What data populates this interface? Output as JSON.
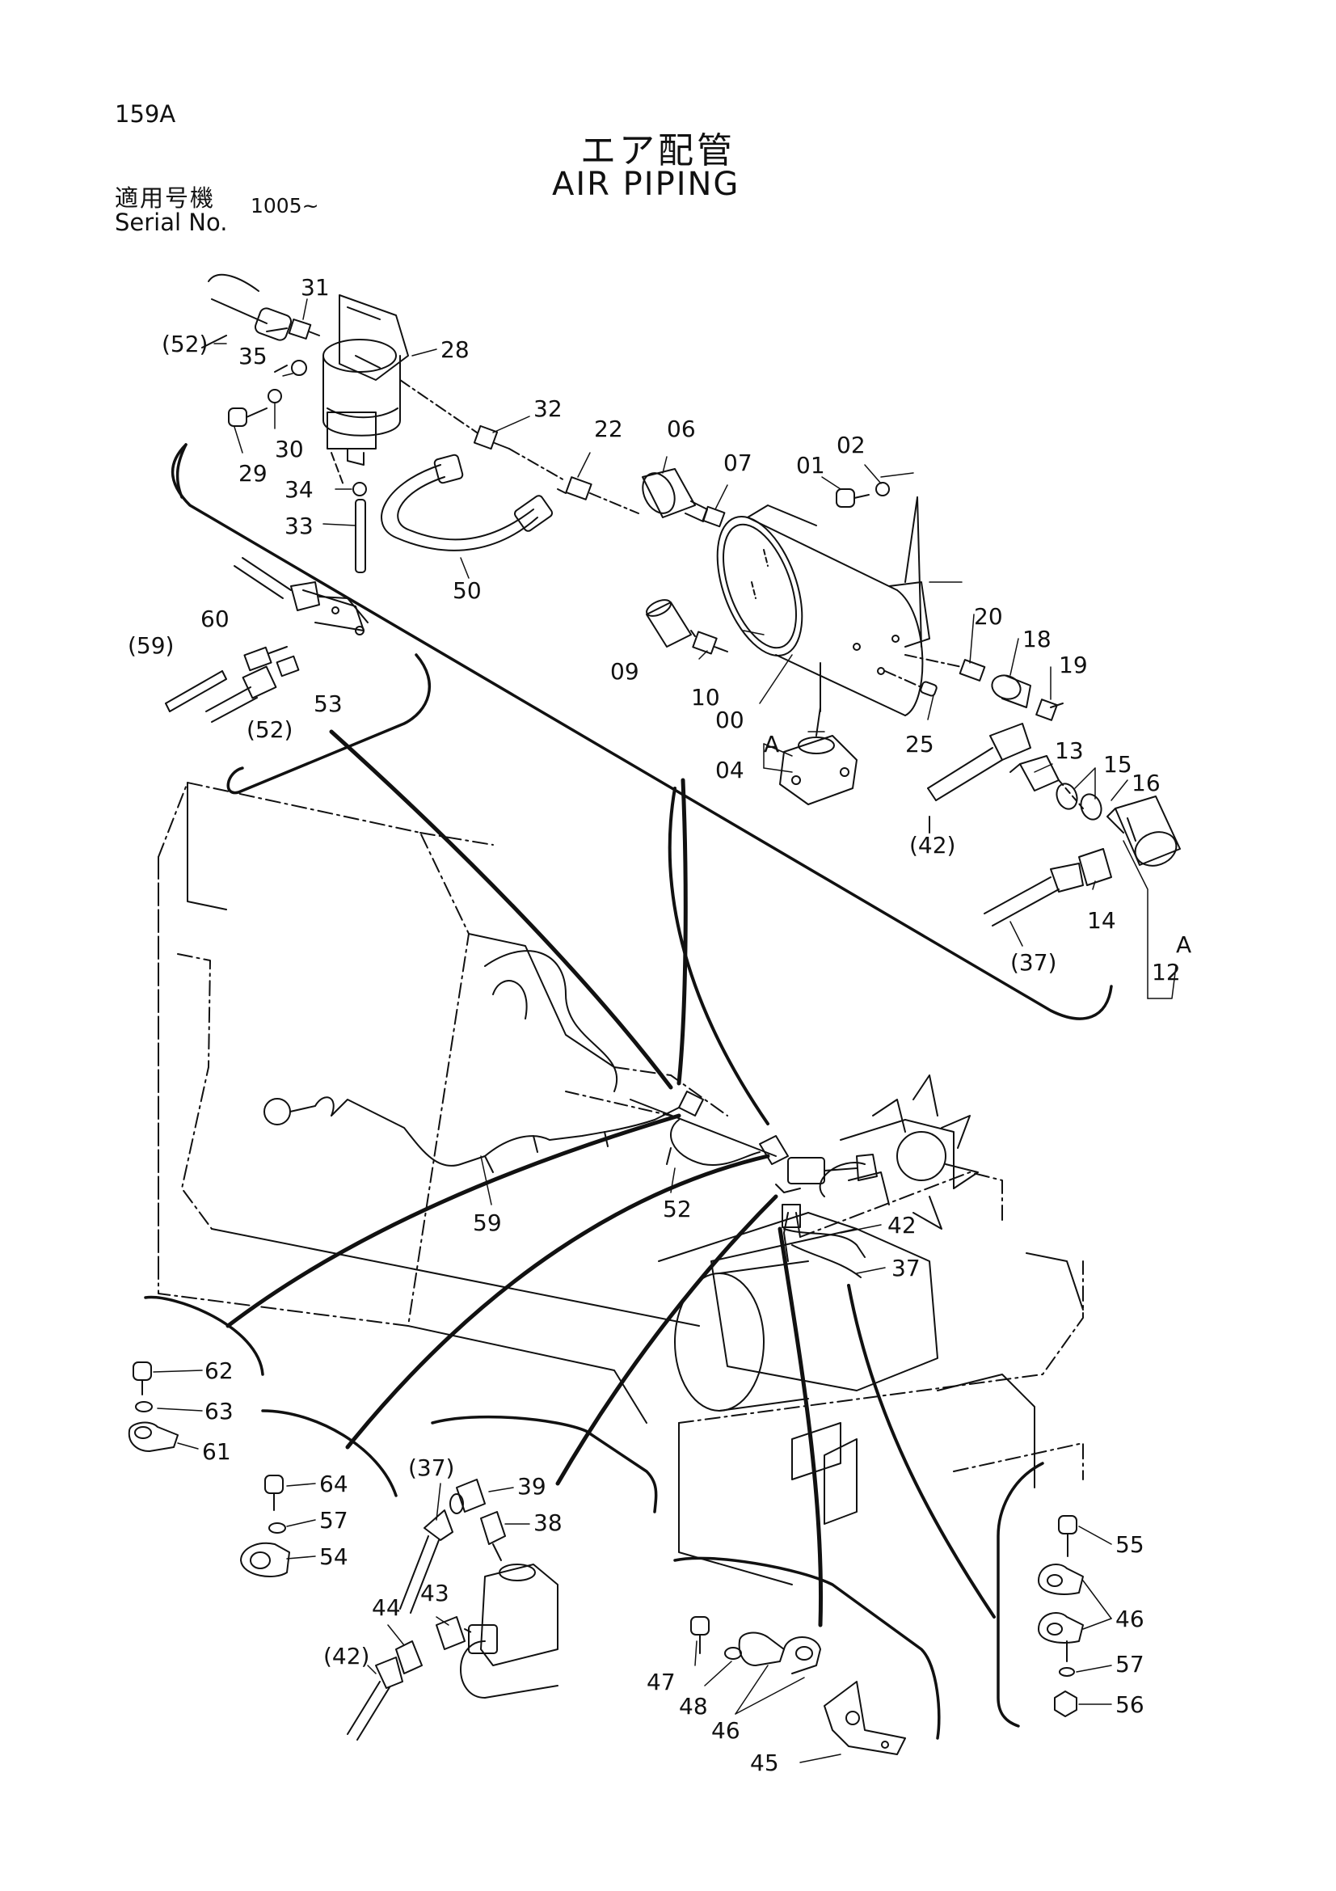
{
  "header": {
    "page_code": "159A",
    "title_jp": "エア配管",
    "title_en": "AIR PIPING",
    "serial_label_jp": "適用号機",
    "serial_label_en": "Serial No.",
    "serial_value": "1005~"
  },
  "callouts": [
    {
      "id": "c31",
      "text": "31"
    },
    {
      "id": "c28",
      "text": "28"
    },
    {
      "id": "c52a",
      "text": "(52)"
    },
    {
      "id": "c35",
      "text": "35"
    },
    {
      "id": "c30",
      "text": "30"
    },
    {
      "id": "c29",
      "text": "29"
    },
    {
      "id": "c32",
      "text": "32"
    },
    {
      "id": "c34",
      "text": "34"
    },
    {
      "id": "c33",
      "text": "33"
    },
    {
      "id": "c50",
      "text": "50"
    },
    {
      "id": "c22",
      "text": "22"
    },
    {
      "id": "c06",
      "text": "06"
    },
    {
      "id": "c07",
      "text": "07"
    },
    {
      "id": "c01",
      "text": "01"
    },
    {
      "id": "c02",
      "text": "02"
    },
    {
      "id": "c59a",
      "text": "(59)"
    },
    {
      "id": "c60",
      "text": "60"
    },
    {
      "id": "c53",
      "text": "53"
    },
    {
      "id": "c52b",
      "text": "(52)"
    },
    {
      "id": "c09",
      "text": "09"
    },
    {
      "id": "c10",
      "text": "10"
    },
    {
      "id": "c00",
      "text": "00"
    },
    {
      "id": "cA1",
      "text": "A"
    },
    {
      "id": "c04",
      "text": "04"
    },
    {
      "id": "c25",
      "text": "25"
    },
    {
      "id": "c20",
      "text": "20"
    },
    {
      "id": "c18",
      "text": "18"
    },
    {
      "id": "c19",
      "text": "19"
    },
    {
      "id": "c13",
      "text": "13"
    },
    {
      "id": "c15",
      "text": "15"
    },
    {
      "id": "c16",
      "text": "16"
    },
    {
      "id": "c42a",
      "text": "(42)"
    },
    {
      "id": "c14",
      "text": "14"
    },
    {
      "id": "cA2",
      "text": "A"
    },
    {
      "id": "c12",
      "text": "12"
    },
    {
      "id": "c37a",
      "text": "(37)"
    },
    {
      "id": "c59",
      "text": "59"
    },
    {
      "id": "c52",
      "text": "52"
    },
    {
      "id": "c42",
      "text": "42"
    },
    {
      "id": "c37",
      "text": "37"
    },
    {
      "id": "c62",
      "text": "62"
    },
    {
      "id": "c63",
      "text": "63"
    },
    {
      "id": "c61",
      "text": "61"
    },
    {
      "id": "c64",
      "text": "64"
    },
    {
      "id": "c57a",
      "text": "57"
    },
    {
      "id": "c54",
      "text": "54"
    },
    {
      "id": "c37b",
      "text": "(37)"
    },
    {
      "id": "c39",
      "text": "39"
    },
    {
      "id": "c38",
      "text": "38"
    },
    {
      "id": "c43",
      "text": "43"
    },
    {
      "id": "c44",
      "text": "44"
    },
    {
      "id": "c42b",
      "text": "(42)"
    },
    {
      "id": "c47",
      "text": "47"
    },
    {
      "id": "c48",
      "text": "48"
    },
    {
      "id": "c46a",
      "text": "46"
    },
    {
      "id": "c45",
      "text": "45"
    },
    {
      "id": "c55",
      "text": "55"
    },
    {
      "id": "c46b",
      "text": "46"
    },
    {
      "id": "c57b",
      "text": "57"
    },
    {
      "id": "c56",
      "text": "56"
    }
  ]
}
